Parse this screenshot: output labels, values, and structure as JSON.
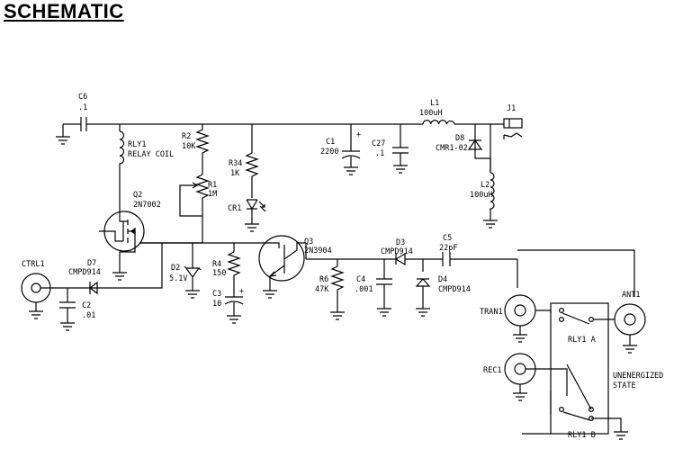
{
  "title": "SCHEMATIC",
  "labels": {
    "c6_ref": "C6",
    "c6_val": ".1",
    "l1_ref": "L1",
    "l1_val": "100uH",
    "j1_ref": "J1",
    "rly1_ref": "RLY1",
    "rly1_val": "RELAY COIL",
    "r2_ref": "R2",
    "r2_val": "10K",
    "r34_ref": "R34",
    "r34_val": "1K",
    "c1_ref": "C1",
    "c1_val": "2200",
    "c27_ref": "C27",
    "c27_val": ".1",
    "d8_ref": "D8",
    "d8_val": "CMR1-02",
    "r1_ref": "R1",
    "r1_val": "1M",
    "l2_ref": "L2",
    "l2_val": "100uH",
    "q2_ref": "Q2",
    "q2_val": "2N7002",
    "cr1_ref": "CR1",
    "q3_ref": "Q3",
    "q3_val": "2N3904",
    "d3_ref": "D3",
    "d3_val": "CMPD914",
    "c5_ref": "C5",
    "c5_val": "22pF",
    "ctrl1_ref": "CTRL1",
    "d7_ref": "D7",
    "d7_val": "CMPD914",
    "d2_ref": "D2",
    "d2_val": "5.1V",
    "r4_ref": "R4",
    "r4_val": "150",
    "c3_ref": "C3",
    "c3_val": "10",
    "r6_ref": "R6",
    "r6_val": "47K",
    "c4_ref": "C4",
    "c4_val": ".001",
    "d4_ref": "D4",
    "d4_val": "CMPD914",
    "c2_ref": "C2",
    "c2_val": ".01",
    "tran1_ref": "TRAN1",
    "ant1_ref": "ANT1",
    "rly1a_ref": "RLY1 A",
    "rec1_ref": "REC1",
    "unenergized_1": "UNENERGIZED",
    "unenergized_2": "STATE",
    "rly1b_ref": "RLY1 B",
    "plus": "+"
  }
}
